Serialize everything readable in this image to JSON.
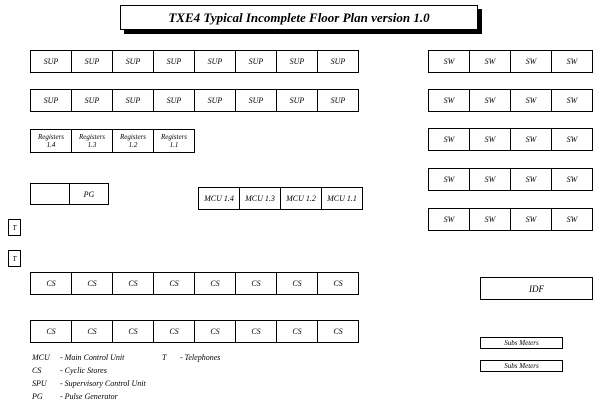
{
  "title": "TXE4 Typical Incomplete Floor Plan version 1.0",
  "sup_rows": [
    [
      "SUP",
      "SUP",
      "SUP",
      "SUP",
      "SUP",
      "SUP",
      "SUP",
      "SUP"
    ],
    [
      "SUP",
      "SUP",
      "SUP",
      "SUP",
      "SUP",
      "SUP",
      "SUP",
      "SUP"
    ]
  ],
  "registers": [
    "Registers\n1.4",
    "Registers\n1.3",
    "Registers\n1.2",
    "Registers\n1.1"
  ],
  "pg_row": [
    "",
    "PG"
  ],
  "mcu": [
    "MCU 1.4",
    "MCU 1.3",
    "MCU 1.2",
    "MCU 1.1"
  ],
  "sw_rows": [
    [
      "SW",
      "SW",
      "SW",
      "SW"
    ],
    [
      "SW",
      "SW",
      "SW",
      "SW"
    ],
    [
      "SW",
      "SW",
      "SW",
      "SW"
    ],
    [
      "SW",
      "SW",
      "SW",
      "SW"
    ],
    [
      "SW",
      "SW",
      "SW",
      "SW"
    ]
  ],
  "t_boxes": [
    "T",
    "T"
  ],
  "cs_rows": [
    [
      "CS",
      "CS",
      "CS",
      "CS",
      "CS",
      "CS",
      "CS",
      "CS"
    ],
    [
      "CS",
      "CS",
      "CS",
      "CS",
      "CS",
      "CS",
      "CS",
      "CS"
    ]
  ],
  "idf": "IDF",
  "subs_meters": [
    "Subs Meters",
    "Subs Meters"
  ],
  "legend": [
    {
      "term": "MCU",
      "def": "- Main Control Unit"
    },
    {
      "term": "CS",
      "def": "- Cyclic Stores"
    },
    {
      "term": "SPU",
      "def": "- Supervisory Control Unit"
    },
    {
      "term": "PG",
      "def": "- Pulse Generator"
    }
  ],
  "legend_t": {
    "term": "T",
    "def": "- Telephones"
  }
}
